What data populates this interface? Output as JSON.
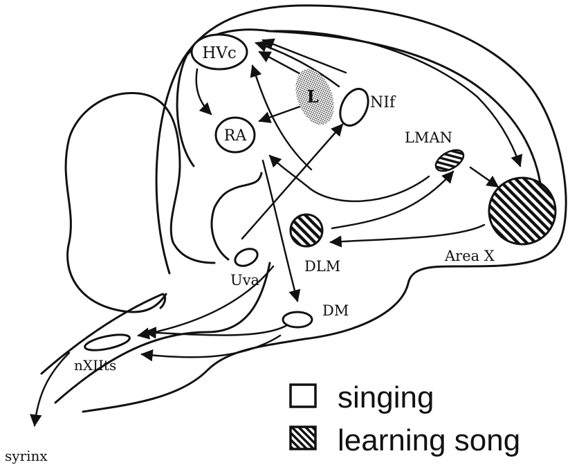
{
  "nuclei": {
    "hvc": "HVc",
    "ra": "RA",
    "l": "L",
    "nif": "NIf",
    "lman": "LMAN",
    "area_x": "Area X",
    "dlm": "DLM",
    "uva": "Uva",
    "dm": "DM",
    "nxiits": "nXIIts",
    "syrinx": "syrinx"
  },
  "legend": {
    "singing": "singing",
    "learning": "learning song"
  },
  "colors": {
    "ink": "#111111",
    "background": "#ffffff"
  }
}
